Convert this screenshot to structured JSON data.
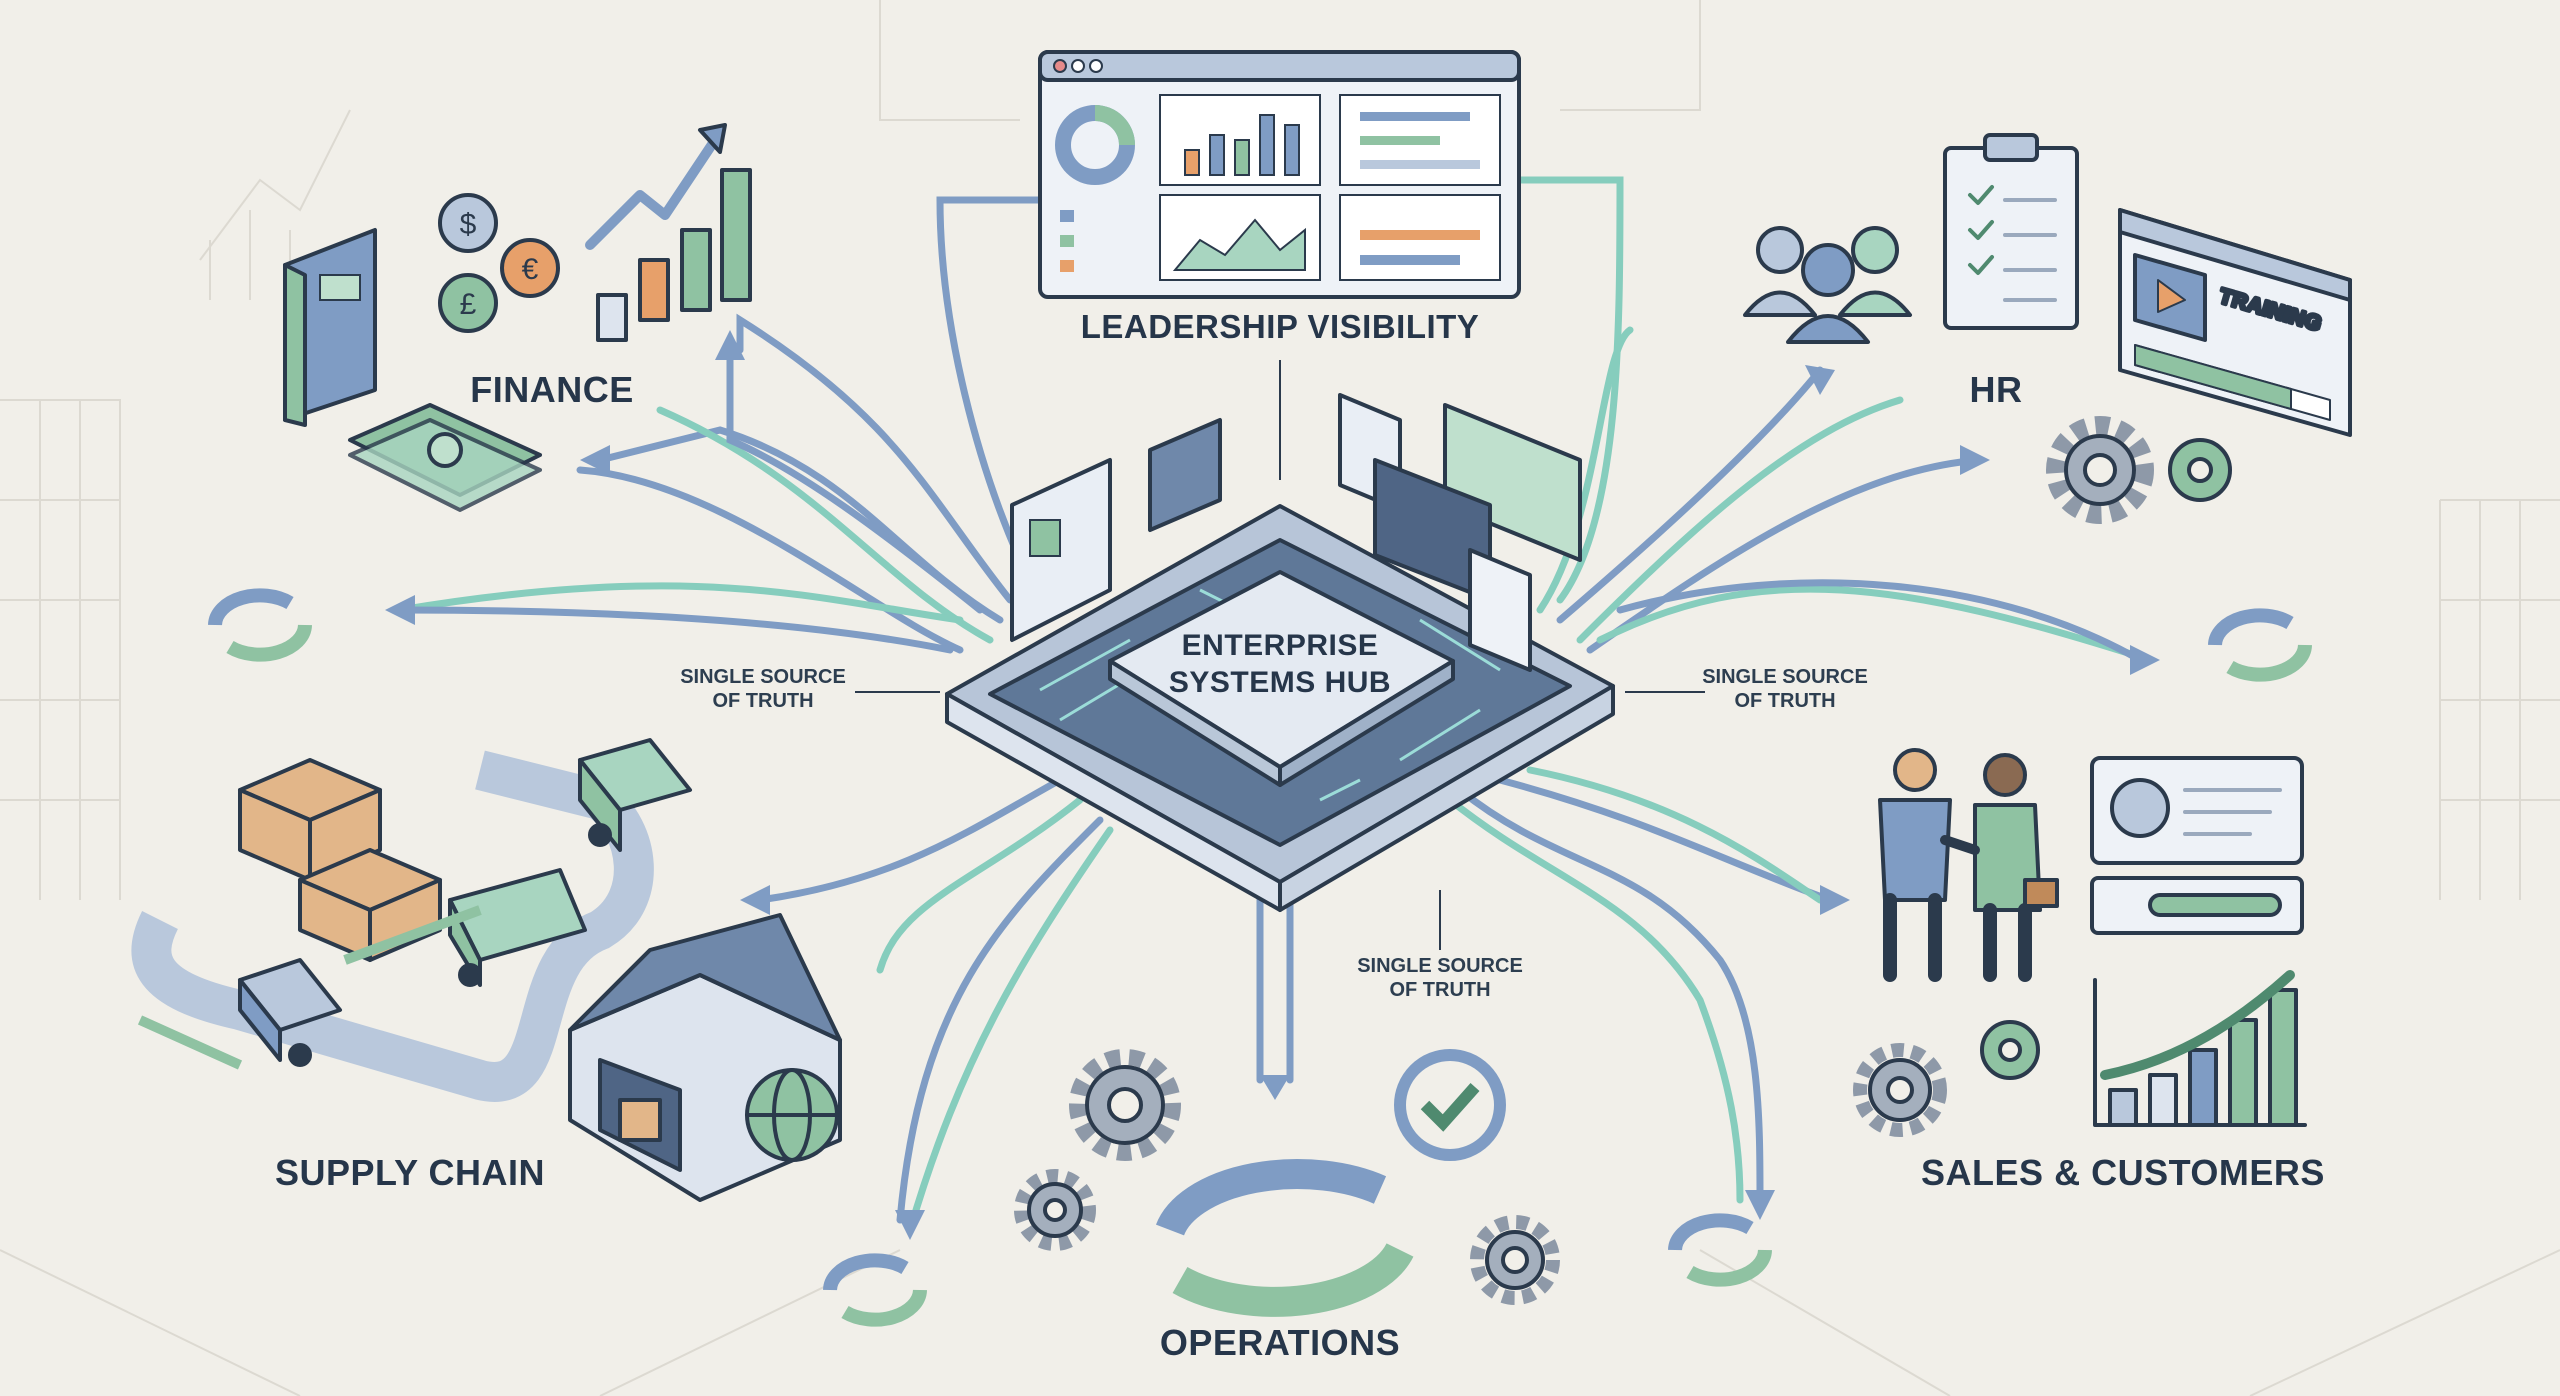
{
  "hub": {
    "line1": "ENTERPRISE",
    "line2": "SYSTEMS HUB"
  },
  "sections": {
    "leadership": "LEADERSHIP VISIBILITY",
    "finance": "FINANCE",
    "hr": "HR",
    "training": "TRAINING",
    "supply_chain": "SUPPLY CHAIN",
    "operations": "OPERATIONS",
    "sales": "SALES & CUSTOMERS"
  },
  "callouts": [
    {
      "line1": "SINGLE SOURCE",
      "line2": "OF TRUTH"
    },
    {
      "line1": "SINGLE SOURCE",
      "line2": "OF TRUTH"
    },
    {
      "line1": "SINGLE SOURCE",
      "line2": "OF TRUTH"
    }
  ],
  "training_progress_percent": 80,
  "colors": {
    "background": "#f1efe9",
    "blue": "#7f9cc4",
    "teal": "#86cdbd",
    "ink": "#2b3a4c",
    "green": "#8fc2a2",
    "orange": "#e7a06a"
  },
  "icons": [
    "ledger-book-icon",
    "coin-dollar-icon",
    "coin-euro-icon",
    "coin-pound-icon",
    "rising-bar-chart-icon",
    "cash-stack-icon",
    "dashboard-window-icon",
    "people-group-icon",
    "checklist-clipboard-icon",
    "training-video-icon",
    "gear-icon",
    "cycle-arrows-icon",
    "boxes-icon",
    "truck-icon",
    "warehouse-icon",
    "globe-icon",
    "handshake-icon",
    "profile-card-icon",
    "growth-chart-icon",
    "checkmark-cycle-icon"
  ]
}
